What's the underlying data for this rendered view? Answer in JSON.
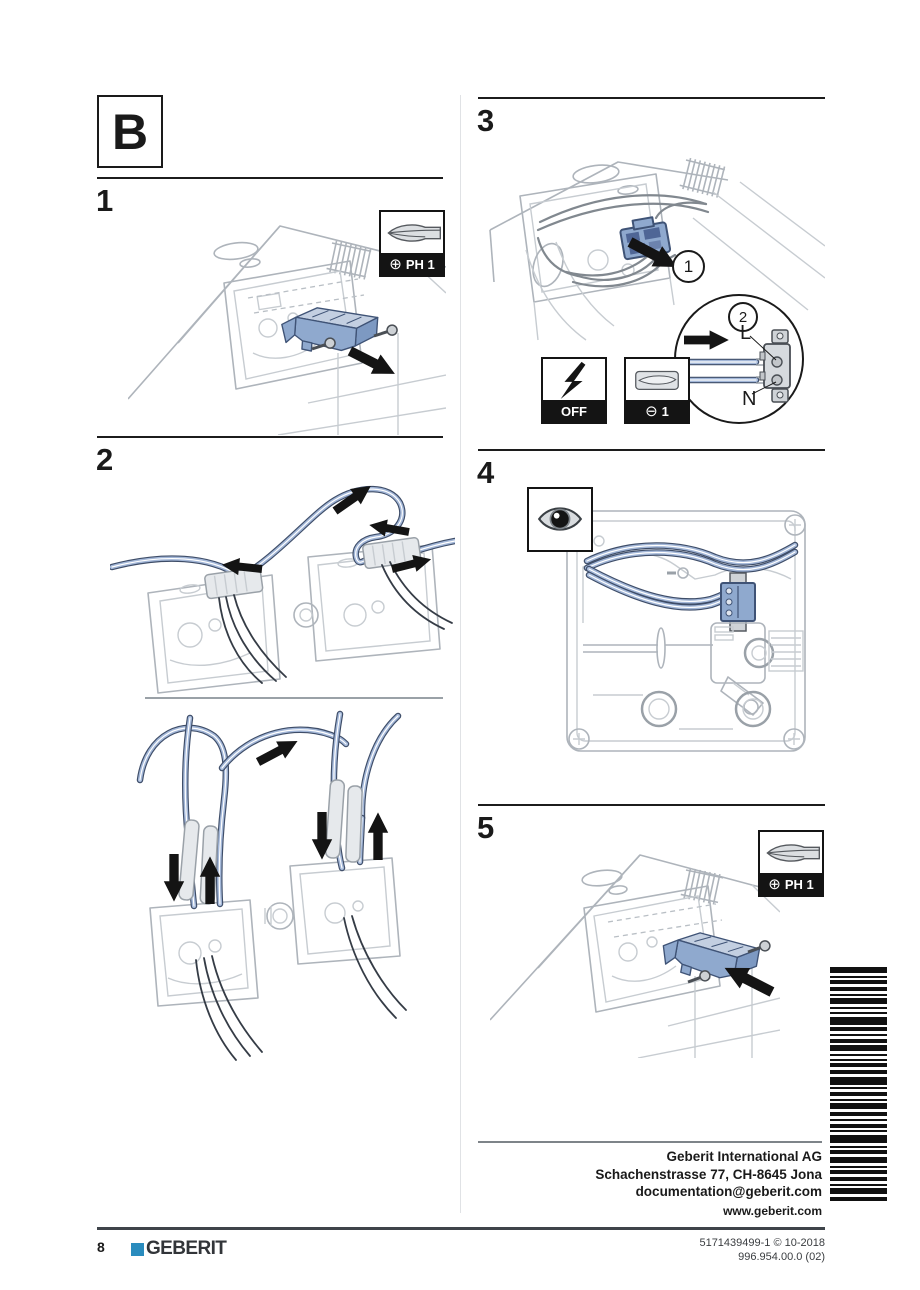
{
  "page": {
    "section_label": "B"
  },
  "steps": {
    "s1": {
      "number": "1",
      "tool": {
        "icon": "⊕",
        "label": "PH 1"
      }
    },
    "s2": {
      "number": "2"
    },
    "s3": {
      "number": "3",
      "power": {
        "label": "OFF"
      },
      "tool": {
        "icon": "⊖",
        "label": "1"
      },
      "callout_1": "1",
      "callout_2": "2",
      "wire_l": "L",
      "wire_n": "N"
    },
    "s4": {
      "number": "4"
    },
    "s5": {
      "number": "5",
      "tool": {
        "icon": "⊕",
        "label": "PH 1"
      }
    }
  },
  "address": {
    "company": "Geberit International AG",
    "street": "Schachenstrasse 77, CH-8645 Jona",
    "email": "documentation@geberit.com",
    "website": "www.geberit.com"
  },
  "footer": {
    "page_number": "8",
    "brand": "GEBERIT",
    "doc_ref": "5171439499-1 © 10-2018",
    "doc_version": "996.954.00.0 (02)"
  },
  "colors": {
    "accent_blue": "#8fa9ce",
    "accent_blue_dark": "#3f5376",
    "brand_blue": "#2a8cbe"
  }
}
